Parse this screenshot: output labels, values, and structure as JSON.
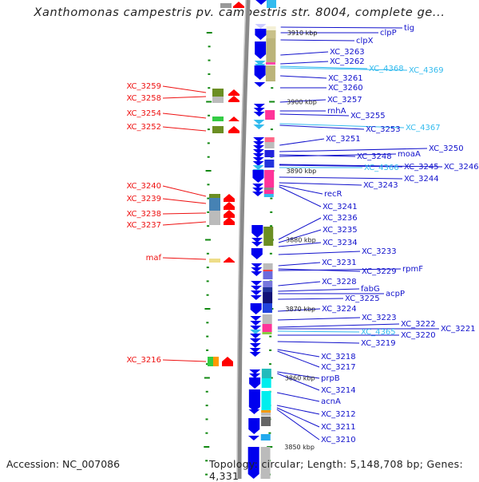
{
  "title": "Xanthomonas campestris pv. campestris str. 8004, complete ge...",
  "footer": {
    "accession": "Accession: NC_007086",
    "topology": "Topology: circular; Length: 5,148,708 bp; Genes: 4,331"
  },
  "colors": {
    "forward_label": "#ee1111",
    "reverse_label": "#1111cc",
    "rna_label": "#33bbee",
    "forward_arrow": "#ff0000",
    "reverse_arrow": "#0000ee",
    "tick": "#118811",
    "axis": "#888888"
  },
  "scale_marks": [
    {
      "label": "3910 kbp",
      "kbp": 3910
    },
    {
      "label": "3900 kbp",
      "kbp": 3900
    },
    {
      "label": "3890 kbp",
      "kbp": 3890
    },
    {
      "label": "3880 kbp",
      "kbp": 3880
    },
    {
      "label": "3870 kbp",
      "kbp": 3870
    },
    {
      "label": "3860 kbp",
      "kbp": 3860
    },
    {
      "label": "3850 kbp",
      "kbp": 3850
    }
  ],
  "left_genes": [
    {
      "name": "XC_3259",
      "strand": "+"
    },
    {
      "name": "XC_3258",
      "strand": "+"
    },
    {
      "name": "XC_3254",
      "strand": "+"
    },
    {
      "name": "XC_3252",
      "strand": "+"
    },
    {
      "name": "XC_3240",
      "strand": "+"
    },
    {
      "name": "XC_3239",
      "strand": "+"
    },
    {
      "name": "XC_3238",
      "strand": "+"
    },
    {
      "name": "XC_3237",
      "strand": "+"
    },
    {
      "name": "maf",
      "strand": "+"
    },
    {
      "name": "XC_3216",
      "strand": "+"
    }
  ],
  "right_genes": [
    {
      "name": "tig",
      "type": "protein"
    },
    {
      "name": "clpP",
      "type": "protein"
    },
    {
      "name": "clpX",
      "type": "protein"
    },
    {
      "name": "XC_3263",
      "type": "protein"
    },
    {
      "name": "XC_3262",
      "type": "protein"
    },
    {
      "name": "XC_4368",
      "type": "rna"
    },
    {
      "name": "XC_4369",
      "type": "rna"
    },
    {
      "name": "XC_3261",
      "type": "protein"
    },
    {
      "name": "XC_3260",
      "type": "protein"
    },
    {
      "name": "XC_3257",
      "type": "protein"
    },
    {
      "name": "rnhA",
      "type": "protein"
    },
    {
      "name": "XC_3255",
      "type": "protein"
    },
    {
      "name": "XC_3253",
      "type": "protein"
    },
    {
      "name": "XC_4367",
      "type": "rna"
    },
    {
      "name": "XC_3251",
      "type": "protein"
    },
    {
      "name": "XC_3250",
      "type": "protein"
    },
    {
      "name": "XC_3248",
      "type": "protein"
    },
    {
      "name": "moaA",
      "type": "protein"
    },
    {
      "name": "XC_4366",
      "type": "rna"
    },
    {
      "name": "XC_3245",
      "type": "protein"
    },
    {
      "name": "XC_3246",
      "type": "protein"
    },
    {
      "name": "XC_3244",
      "type": "protein"
    },
    {
      "name": "XC_3243",
      "type": "protein"
    },
    {
      "name": "recR",
      "type": "protein"
    },
    {
      "name": "XC_3241",
      "type": "protein"
    },
    {
      "name": "XC_3236",
      "type": "protein"
    },
    {
      "name": "XC_3235",
      "type": "protein"
    },
    {
      "name": "XC_3234",
      "type": "protein"
    },
    {
      "name": "XC_3233",
      "type": "protein"
    },
    {
      "name": "XC_3231",
      "type": "protein"
    },
    {
      "name": "XC_3229",
      "type": "protein"
    },
    {
      "name": "rpmF",
      "type": "protein"
    },
    {
      "name": "XC_3228",
      "type": "protein"
    },
    {
      "name": "fabG",
      "type": "protein"
    },
    {
      "name": "acpP",
      "type": "protein"
    },
    {
      "name": "XC_3225",
      "type": "protein"
    },
    {
      "name": "XC_3224",
      "type": "protein"
    },
    {
      "name": "XC_3223",
      "type": "protein"
    },
    {
      "name": "XC_3222",
      "type": "protein"
    },
    {
      "name": "XC_3221",
      "type": "protein"
    },
    {
      "name": "XC_4365",
      "type": "rna"
    },
    {
      "name": "XC_3220",
      "type": "protein"
    },
    {
      "name": "XC_3219",
      "type": "protein"
    },
    {
      "name": "XC_3218",
      "type": "protein"
    },
    {
      "name": "XC_3217",
      "type": "protein"
    },
    {
      "name": "prpB",
      "type": "protein"
    },
    {
      "name": "XC_3214",
      "type": "protein"
    },
    {
      "name": "acnA",
      "type": "protein"
    },
    {
      "name": "XC_3212",
      "type": "protein"
    },
    {
      "name": "XC_3211",
      "type": "protein"
    },
    {
      "name": "XC_3210",
      "type": "protein"
    }
  ]
}
